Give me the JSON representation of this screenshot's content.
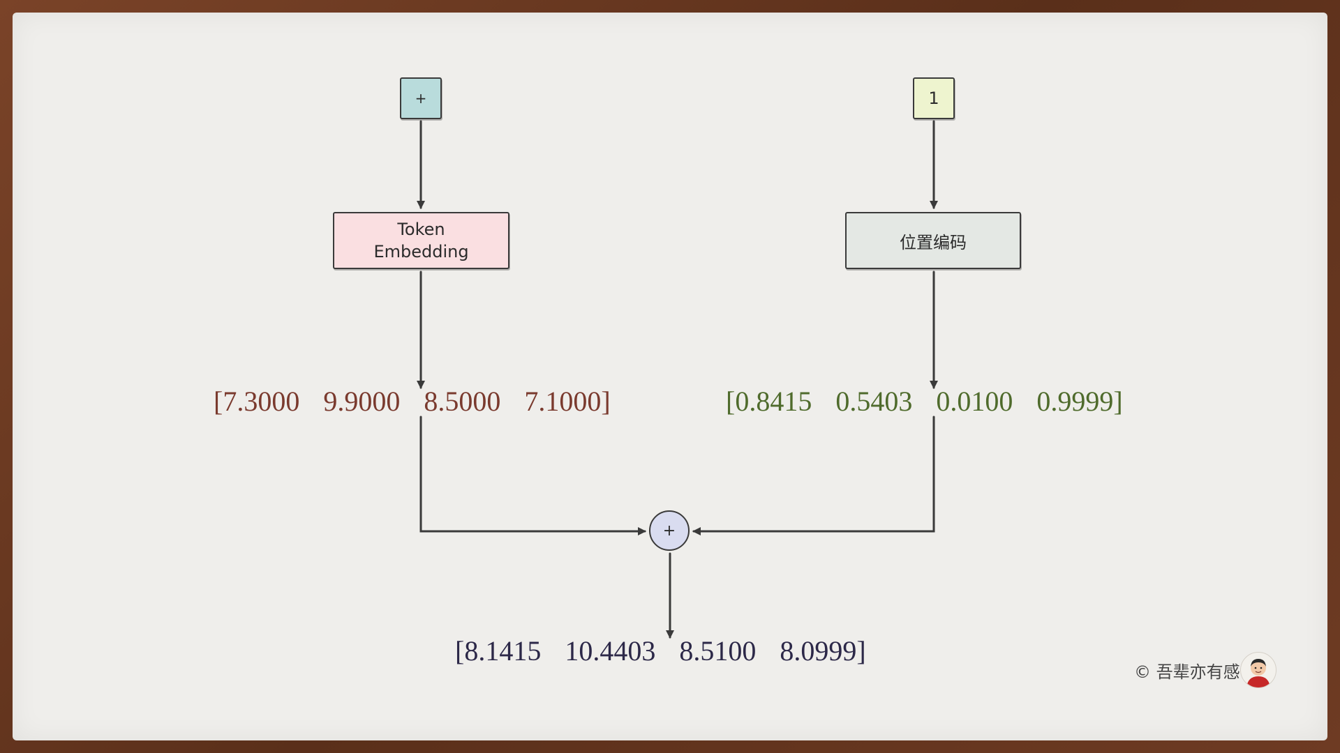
{
  "diagram": {
    "token_input": {
      "label": "+"
    },
    "position_input": {
      "label": "1"
    },
    "token_embedding": {
      "line1": "Token",
      "line2": "Embedding"
    },
    "positional_encoding": {
      "label": "位置编码"
    },
    "token_vector": {
      "values": [
        "7.3000",
        "9.9000",
        "8.5000",
        "7.1000"
      ]
    },
    "position_vector": {
      "values": [
        "0.8415",
        "0.5403",
        "0.0100",
        "0.9999"
      ]
    },
    "sum_operator": {
      "label": "+"
    },
    "result_vector": {
      "values": [
        "8.1415",
        "10.4403",
        "8.5100",
        "8.0999"
      ]
    }
  },
  "footer": {
    "credit": "© 吾辈亦有感"
  },
  "colors": {
    "token_input_fill": "#b9dcdc",
    "position_input_fill": "#eef4cf",
    "token_embedding_fill": "#fadfe1",
    "positional_encoding_fill": "#e4e8e4",
    "sum_operator_fill": "#d9dcf0",
    "token_vector_text": "#7a3a2e",
    "position_vector_text": "#4f6b2c",
    "result_vector_text": "#2c2848"
  }
}
